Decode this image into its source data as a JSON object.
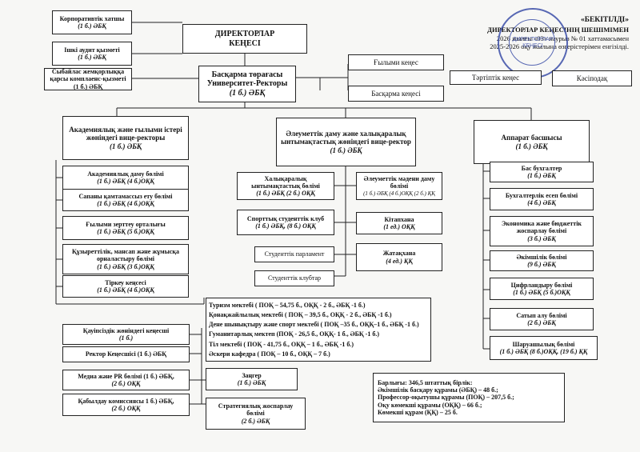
{
  "header": {
    "approval": "«БЕКІТІЛДІ»",
    "decision": "ДИРЕКТОРЛАР КЕҢЕСІНІҢ ШЕШІМІМЕН",
    "line1": "2026 жылғы «03» наурыз № 01 хаттамасымен",
    "line2": "2025-2026 оқу жылына өзгерістерімен енгізілді."
  },
  "stamp": {
    "text": "ДИРЕКТОРЛАР КЕҢЕСІ"
  },
  "left_top": [
    {
      "name": "Корпоративтік хатшы",
      "staff": "(1 б.) ӘБҚ"
    },
    {
      "name": "Ішкі аудит қызметі",
      "staff": "(1 б.) ӘБҚ"
    },
    {
      "name": "Сыбайлас жемқорлыққа қарсы комплаенс-қызметі (1 б.) ӘБҚ",
      "staff": ""
    }
  ],
  "board": {
    "title1": "ДИРЕКТОРЛАР",
    "title2": "КЕҢЕСІ"
  },
  "rector": {
    "title1": "Басқарма төрағасы",
    "title2": "Университет-Ректоры",
    "staff": "(1 б.) ӘБҚ"
  },
  "councils": {
    "science": "Ғылыми кеңес",
    "discipline": "Тәртіптік кеңес",
    "union": "Кәсіподақ",
    "management": "Басқарма кеңесі"
  },
  "vp_academic": {
    "title": "Академиялық және ғылыми істері жөніндегі вице-ректоры",
    "staff": "(1 б.) ӘБҚ",
    "units": [
      {
        "name": "Академиялық даму бөлімі",
        "staff": "(1 б.) ӘБҚ (4 б.)ОҚҚ"
      },
      {
        "name": "Сапаны қамтамассыз ету бөлімі",
        "staff": "(1 б.) ӘБҚ (4 б.)ОҚҚ"
      },
      {
        "name": "Ғылыми зерттеу орталығы",
        "staff": "(1 б.) ӘБҚ (5 б.)ОҚҚ"
      },
      {
        "name": "Құзыреттілік, мансап және жұмысқа орналастыру бөлімі",
        "staff": "(1 б.) ӘБҚ (3 б.)ОҚҚ"
      },
      {
        "name": "Тіркеу кеңсесі",
        "staff": "(1 б.) ӘБҚ (4 б.)ОҚҚ"
      }
    ]
  },
  "vp_social": {
    "title": "Әлеуметтік даму және халықаралық ынтымақтастық жөніндегі вице-ректор",
    "staff": "(1 б.) ӘБҚ",
    "units_left": [
      {
        "name": "Халықаралық ынтымақтастық бөлімі",
        "staff": "(1 б.) ӘБҚ (2 б.) ОҚҚ"
      },
      {
        "name": "Спорттық студенттік клуб",
        "staff": "(1 б.) ӘБҚ, (8 б.) ОҚҚ"
      },
      {
        "name": "Студенттік парламент",
        "staff": ""
      },
      {
        "name": "Студенттік клубтар",
        "staff": ""
      }
    ],
    "units_right": [
      {
        "name": "Әлеуметтік мәдени даму бөлімі",
        "staff": "(1 б.) ӘБҚ (4 б.)ОҚҚ (2 б.) ҚҚ"
      },
      {
        "name": "Кітапхана",
        "staff": "(1 ед.) ОҚҚ"
      },
      {
        "name": "Жатақхана",
        "staff": "(4 ед.) ҚҚ"
      }
    ]
  },
  "apparatus": {
    "title": "Аппарат басшысы",
    "staff": "(1 б.) ӘБҚ",
    "units": [
      {
        "name": "Бас бухгалтер",
        "staff": "(1 б.) ӘБҚ"
      },
      {
        "name": "Бухгалтерлік есеп бөлімі",
        "staff": "(4 б.) ӘБҚ"
      },
      {
        "name": "Экономика және бюджеттік жоспарлау бөлімі",
        "staff": "(3 б.) ӘБҚ"
      },
      {
        "name": "Әкімшілік бөлімі",
        "staff": "(9 б.) ӘБҚ"
      },
      {
        "name": "Цифрландыру бөлімі",
        "staff": "(1 б.) ӘБҚ (5 б.)ОҚҚ"
      },
      {
        "name": "Сатып алу бөлімі",
        "staff": "(2 б.) ӘБҚ"
      },
      {
        "name": "Шаруашылық бөлімі",
        "staff": "(1 б.) ӘБҚ (8 б.)ОҚҚ, (19 б.) ҚҚ"
      }
    ]
  },
  "schools": [
    "Туризм мектебі ( ПОҚ – 54,75 б., ОҚҚ - 2 б., ӘБҚ -1 б.)",
    "Қонақжайлылық мектебі ( ПОҚ – 39,5 б., ОҚҚ - 2 б., ӘБҚ -1 б.)",
    "Дене шынықтыру және спорт мектебі ( ПОҚ –35 б., ОҚҚ–1 б., ӘБҚ -1 б.)",
    "Гуманитарлық мектеп  (ПОҚ - 26,5 б., ОҚҚ- 1 б., ӘБҚ -1 б.)",
    "Тіл мектебі ( ПОҚ - 41,75 б., ОҚҚ – 1 б., ӘБҚ -1 б.)",
    "Әскери кафедра ( ПОҚ – 10 б., ОҚҚ – 7 б.)"
  ],
  "bottom_left": [
    {
      "name": "Қауіпсіздік жөніндегі кеңесші",
      "staff": "(1 б.)"
    },
    {
      "name": "Ректор Кеңесшісі (1 б.) ӘБҚ",
      "staff": ""
    },
    {
      "name": "Медиа және PR бөлімі (1 б.) ӘБҚ,",
      "staff": "(2 б.) ОҚҚ"
    },
    {
      "name": "Қабылдау комиссиясы   1 б.) ӘБҚ,",
      "staff": "(2 б.) ОҚҚ"
    }
  ],
  "bottom_mid": [
    {
      "name": "Заңгер",
      "staff": "(1 б.) ӘБҚ"
    },
    {
      "name": "Стратегиялық жоспарлау бөлімі",
      "staff": "(2 б.) ӘБҚ"
    }
  ],
  "totals": {
    "title": "Барлығы:  346,5 штаттық бірлік:",
    "lines": [
      "Әкімшілік басқару құрамы (ӘБҚ) –  48 б.;",
      "Профессор-оқытушы құрамы (ПОҚ) –  207,5 б.;",
      "Оқу көмекші құрамы (ОҚҚ) –  66 б.;",
      "Көмекші құрам (ҚҚ) –  25 б."
    ]
  }
}
